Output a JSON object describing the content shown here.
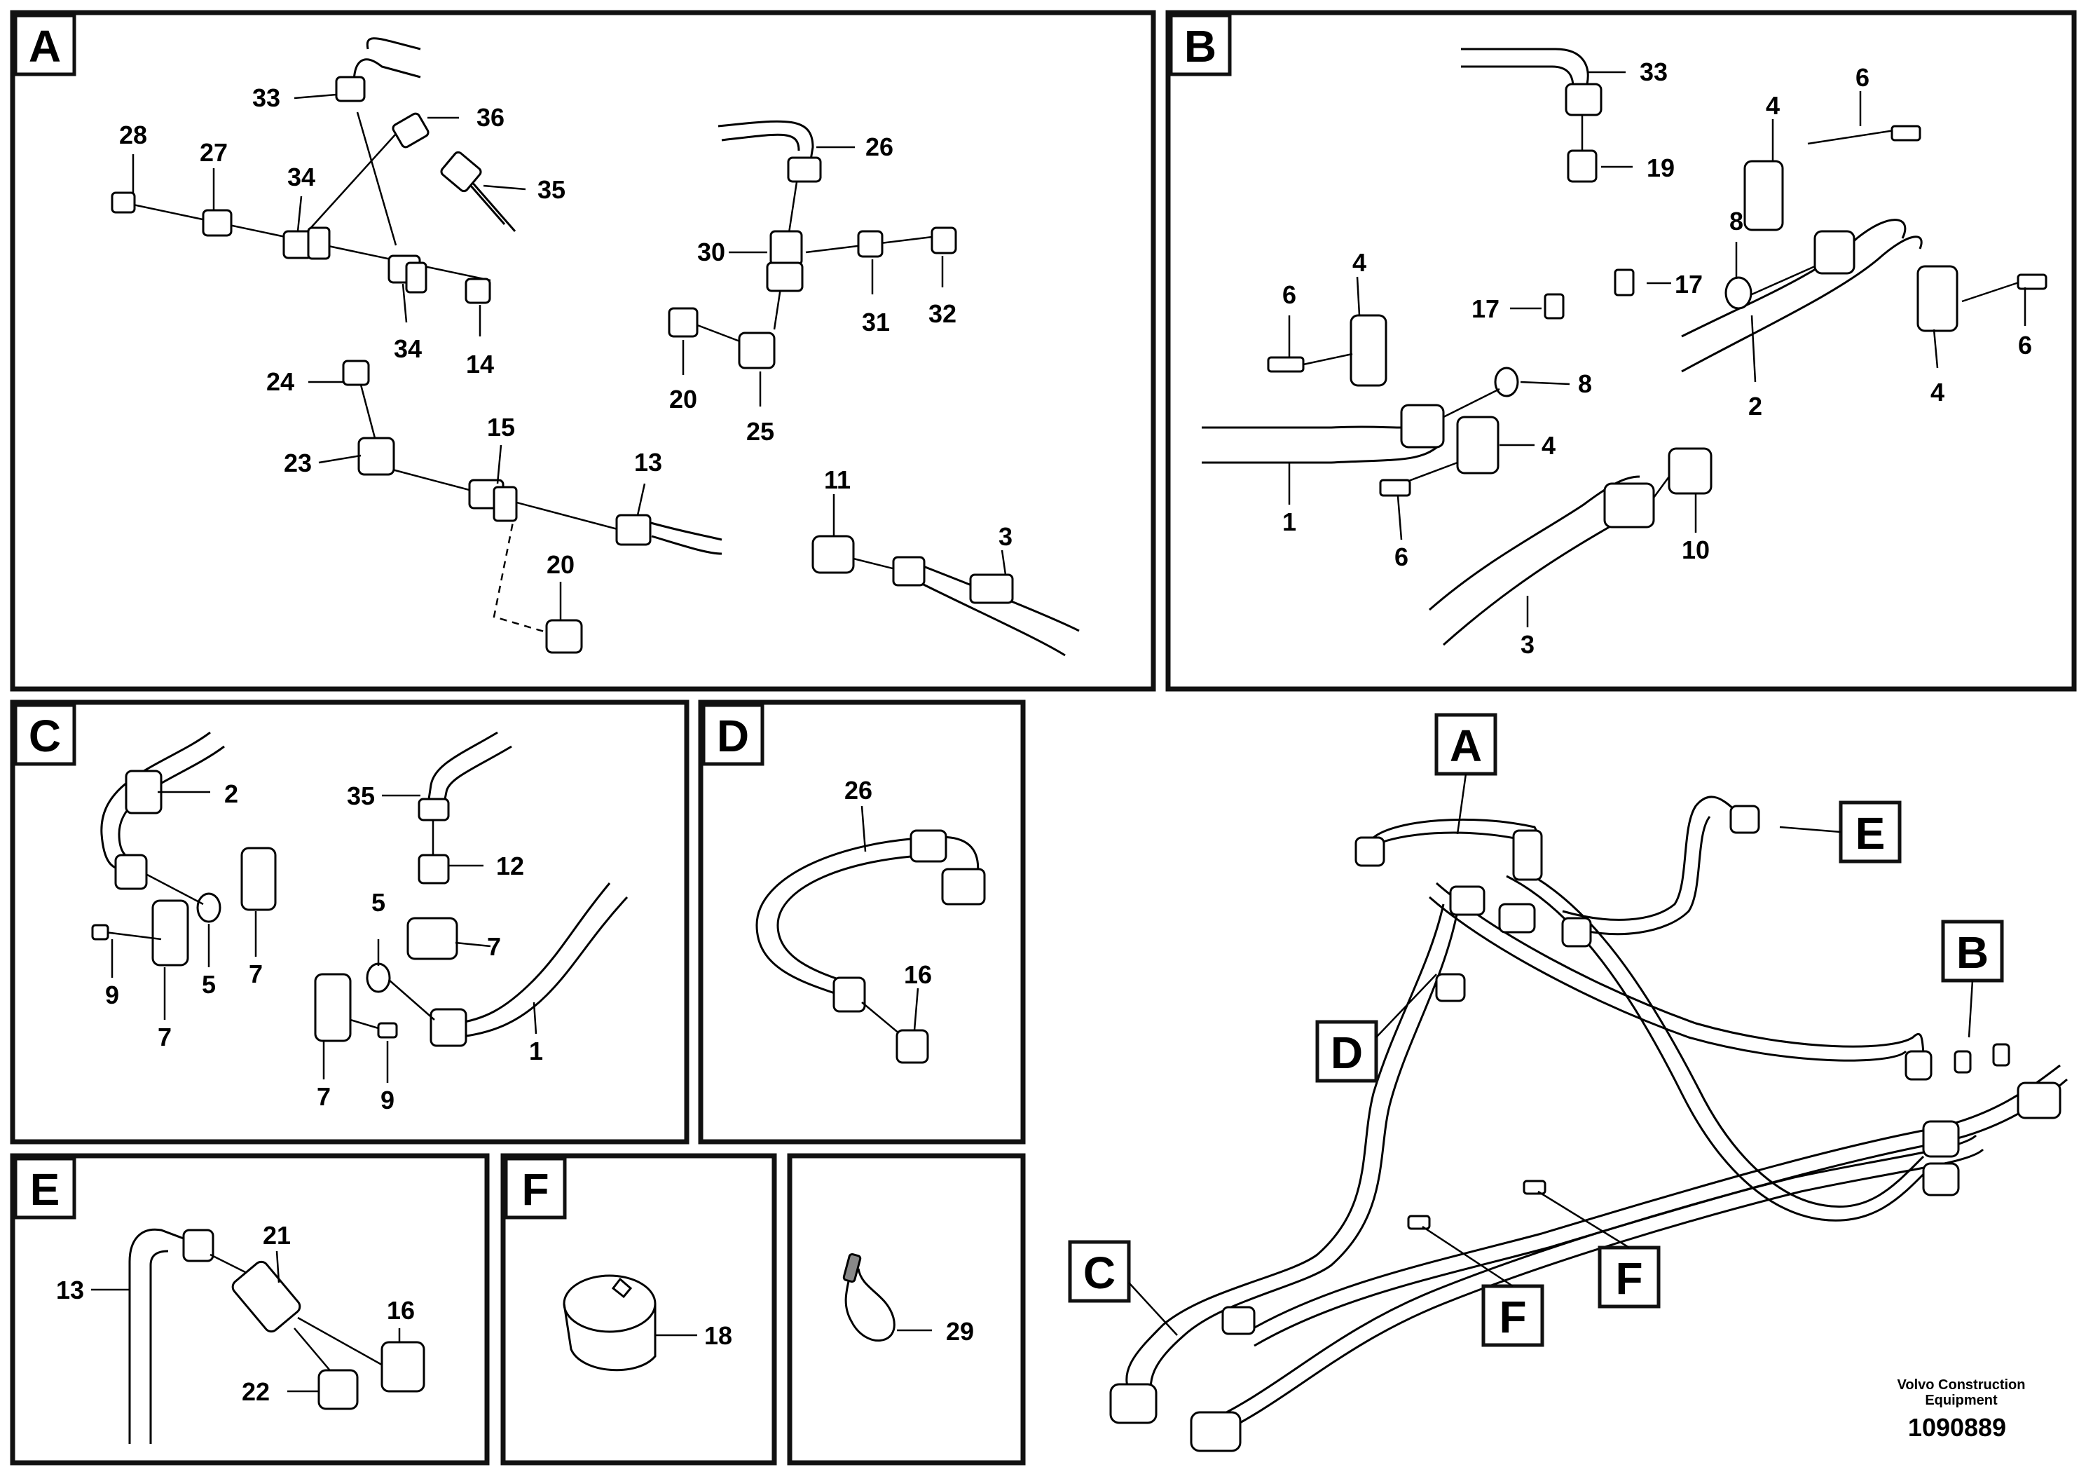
{
  "panels": {
    "A": {
      "tag": "A",
      "labels": [
        "33",
        "36",
        "35",
        "28",
        "27",
        "34",
        "34",
        "14",
        "24",
        "23",
        "15",
        "13",
        "20",
        "26",
        "30",
        "31",
        "32",
        "20",
        "25",
        "11",
        "3"
      ]
    },
    "B": {
      "tag": "B",
      "labels": [
        "33",
        "19",
        "4",
        "6",
        "8",
        "17",
        "6",
        "4",
        "17",
        "8",
        "2",
        "4",
        "6",
        "1",
        "6",
        "4",
        "10",
        "3"
      ]
    },
    "C": {
      "tag": "C",
      "labels": [
        "2",
        "35",
        "12",
        "9",
        "7",
        "5",
        "7",
        "5",
        "7",
        "7",
        "9",
        "1"
      ]
    },
    "D": {
      "tag": "D",
      "labels": [
        "26",
        "16"
      ]
    },
    "E": {
      "tag": "E",
      "labels": [
        "21",
        "13",
        "16",
        "22"
      ]
    },
    "F1": {
      "tag": "F",
      "labels": [
        "18"
      ]
    },
    "F2": {
      "labels": [
        "29"
      ]
    }
  },
  "overview": {
    "callouts": [
      "A",
      "E",
      "B",
      "D",
      "C",
      "F",
      "F"
    ]
  },
  "footer": {
    "company_line1": "Volvo Construction",
    "company_line2": "Equipment",
    "drawing_number": "1090889"
  }
}
